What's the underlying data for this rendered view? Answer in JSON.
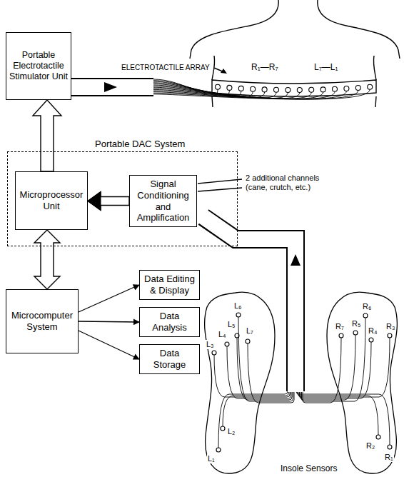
{
  "diagram": {
    "nodes": [
      {
        "text": [
          "Portable Electrotactile Stimulator Unit"
        ]
      },
      {
        "text": [
          "Portable DAC System"
        ]
      },
      {
        "text": [
          "Microprocessor Unit"
        ],
        "in": 1
      },
      {
        "text": [
          "Signal Conditioning and Amplification"
        ],
        "in": 1
      },
      {
        "text": [
          "Microcomputer System"
        ]
      },
      {
        "text": [
          "Data Editing & Display"
        ]
      },
      {
        "text": [
          "Data Analysis"
        ]
      },
      {
        "text": [
          "Data Storage"
        ]
      }
    ],
    "edges": [
      {
        "from": 2,
        "to": 0,
        "arrow": "to"
      },
      {
        "from": 3,
        "to": 2,
        "arrow": "to"
      },
      {
        "from": 2,
        "to": 4,
        "arrow": "both"
      },
      {
        "from": 4,
        "to": 5,
        "arrow": "to"
      },
      {
        "from": 4,
        "to": 6,
        "arrow": "to"
      },
      {
        "from": 4,
        "to": 7,
        "arrow": "to"
      }
    ],
    "labels": [
      "ELECTROTACTILE ARRAY",
      "R₁—R₇",
      "L₇—L₁",
      "2 additional channels (cane, crutch, etc.)",
      "Insole Sensors",
      "L₁",
      "L₂",
      "L₃",
      "L₄",
      "L₅",
      "L₆",
      "L₇",
      "R₁",
      "R₂",
      "R₃",
      "R₄",
      "R₅",
      "R₆",
      "R₇"
    ]
  }
}
